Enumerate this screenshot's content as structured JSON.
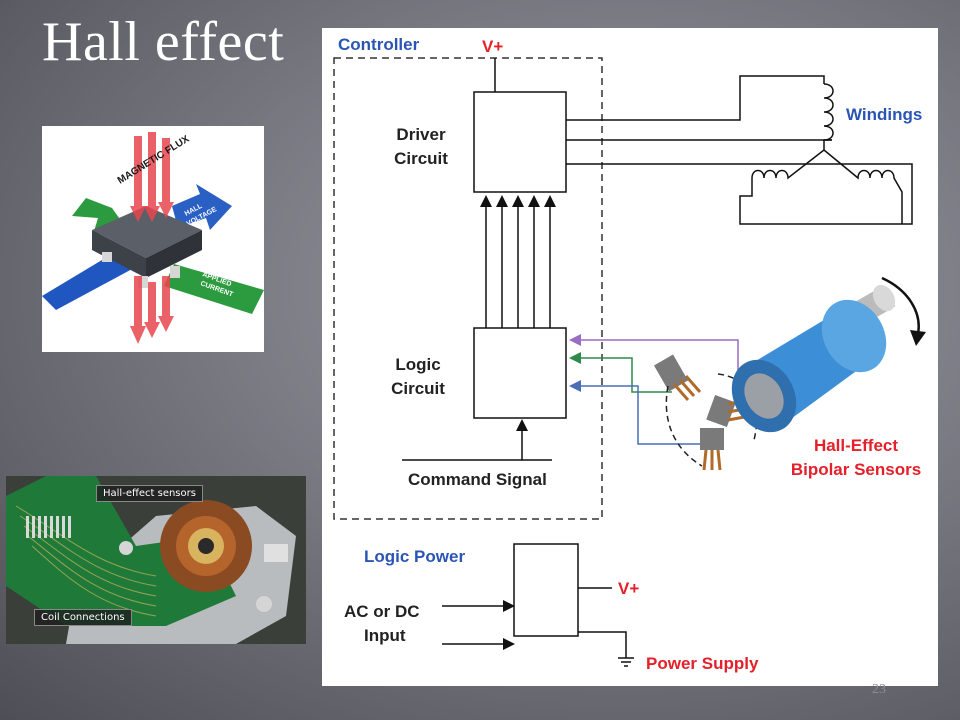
{
  "slide": {
    "title": "Hall effect",
    "page_number": "23"
  },
  "sensor_figure": {
    "labels": {
      "magnetic_flux": "MAGNETIC FLUX",
      "hall_voltage_line1": "HALL",
      "hall_voltage_line2": "VOLTAGE",
      "applied_current_line1": "APPLIED",
      "applied_current_line2": "CURRENT"
    },
    "colors": {
      "flux": "#e8464e",
      "voltage": "#2a5fc4",
      "current": "#2c9a3e",
      "chip": "#4a4f57"
    }
  },
  "pcb_photo": {
    "hall_sensors_caption": "Hall-effect sensors",
    "coil_connections_caption": "Coil Connections"
  },
  "diagram": {
    "controller_label": "Controller",
    "v_plus_top": "V+",
    "driver_circuit_line1": "Driver",
    "driver_circuit_line2": "Circuit",
    "windings_label": "Windings",
    "logic_circuit_line1": "Logic",
    "logic_circuit_line2": "Circuit",
    "command_signal_label": "Command Signal",
    "hall_sensors_line1": "Hall-Effect",
    "hall_sensors_line2": "Bipolar Sensors",
    "logic_power_label": "Logic Power",
    "ac_dc_line1": "AC or DC",
    "ac_dc_line2": "Input",
    "v_plus_supply": "V+",
    "power_supply_label": "Power Supply",
    "colors": {
      "blue_label": "#2b55b5",
      "red_label": "#e4202a",
      "sensor_line_purple": "#9a6cc4",
      "sensor_line_green": "#2f8a4a",
      "sensor_line_blue": "#4a6fb5",
      "motor_blue": "#3c8fd6"
    }
  }
}
